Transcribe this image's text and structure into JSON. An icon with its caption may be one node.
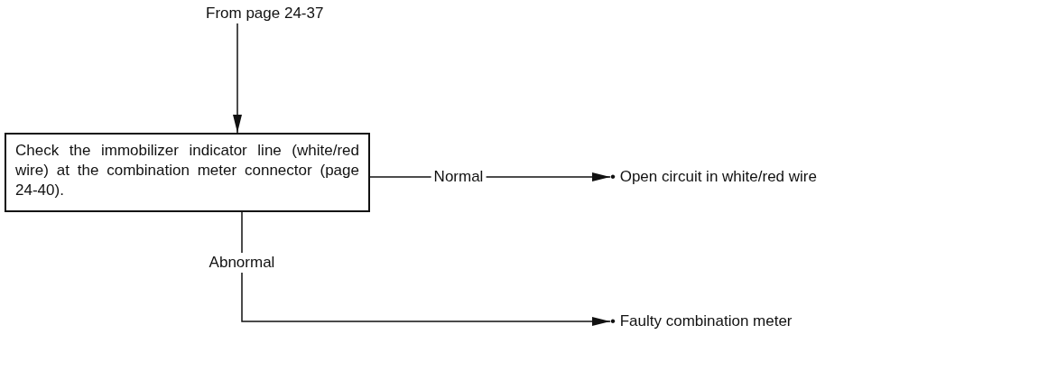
{
  "diagram": {
    "nodes": [
      {
        "text": [
          "From page 24-37"
        ]
      },
      {
        "text": [
          "Check the immobilizer indicator line (white/red wire) at the combination meter connector (page 24-40)."
        ]
      },
      {
        "text": [
          "• Open circuit in white/red wire"
        ]
      },
      {
        "text": [
          "• Faulty combination meter"
        ]
      }
    ],
    "edges": [
      {
        "from": 0,
        "to": 1,
        "arrow": "to"
      },
      {
        "from": 1,
        "to": 2,
        "arrow": "to",
        "label": "Normal"
      },
      {
        "from": 1,
        "to": 3,
        "arrow": "to",
        "label": "Abnormal"
      }
    ]
  }
}
